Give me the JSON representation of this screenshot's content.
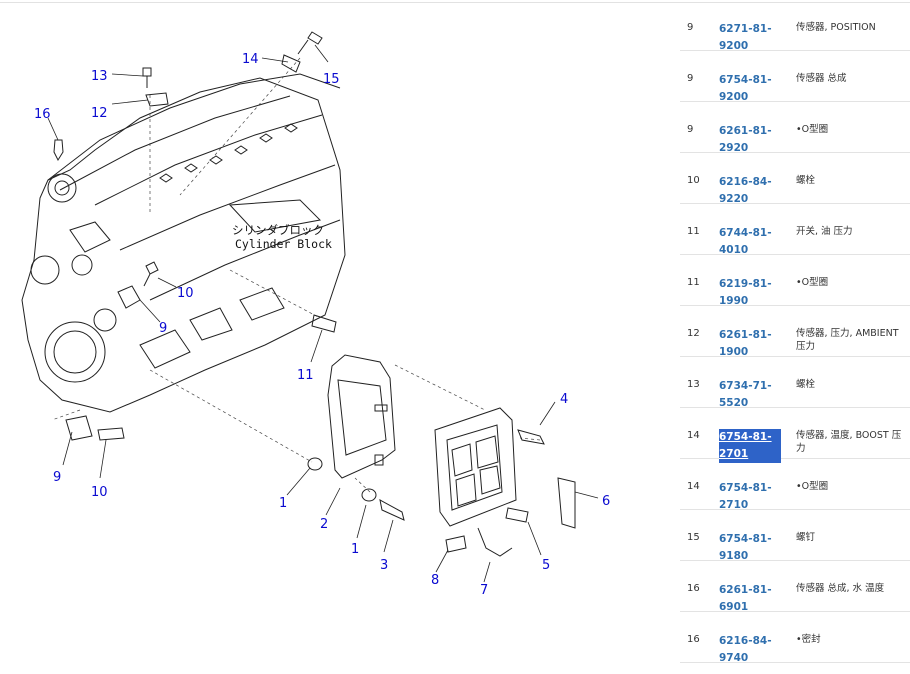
{
  "diagram": {
    "block_label_jp": "シリンダブロック",
    "block_label_en": "Cylinder Block",
    "callouts": [
      {
        "id": "c13",
        "text": "13"
      },
      {
        "id": "c12",
        "text": "12"
      },
      {
        "id": "c16",
        "text": "16"
      },
      {
        "id": "c14",
        "text": "14"
      },
      {
        "id": "c15",
        "text": "15"
      },
      {
        "id": "c10a",
        "text": "10"
      },
      {
        "id": "c9a",
        "text": "9"
      },
      {
        "id": "c11",
        "text": "11"
      },
      {
        "id": "c4",
        "text": "4"
      },
      {
        "id": "c9b",
        "text": "9"
      },
      {
        "id": "c10b",
        "text": "10"
      },
      {
        "id": "c1a",
        "text": "1"
      },
      {
        "id": "c2",
        "text": "2"
      },
      {
        "id": "c1b",
        "text": "1"
      },
      {
        "id": "c3",
        "text": "3"
      },
      {
        "id": "c6",
        "text": "6"
      },
      {
        "id": "c5",
        "text": "5"
      },
      {
        "id": "c8",
        "text": "8"
      },
      {
        "id": "c7",
        "text": "7"
      }
    ]
  },
  "parts_list": [
    {
      "index": "9",
      "part_number": "6271-81-9200",
      "description": "传感器, POSITION",
      "selected": false
    },
    {
      "index": "9",
      "part_number": "6754-81-9200",
      "description": "传感器 总成",
      "selected": false
    },
    {
      "index": "9",
      "part_number": "6261-81-2920",
      "description": "•O型圈",
      "selected": false
    },
    {
      "index": "10",
      "part_number": "6216-84-9220",
      "description": "螺栓",
      "selected": false
    },
    {
      "index": "11",
      "part_number": "6744-81-4010",
      "description": "开关, 油 压力",
      "selected": false
    },
    {
      "index": "11",
      "part_number": "6219-81-1990",
      "description": "•O型圈",
      "selected": false
    },
    {
      "index": "12",
      "part_number": "6261-81-1900",
      "description": "传感器, 压力, AMBIENT 压力",
      "selected": false
    },
    {
      "index": "13",
      "part_number": "6734-71-5520",
      "description": "螺栓",
      "selected": false
    },
    {
      "index": "14",
      "part_number": "6754-81-2701",
      "description": "传感器, 温度, BOOST 压力",
      "selected": true
    },
    {
      "index": "14",
      "part_number": "6754-81-2710",
      "description": "•O型圈",
      "selected": false
    },
    {
      "index": "15",
      "part_number": "6754-81-9180",
      "description": "螺钉",
      "selected": false
    },
    {
      "index": "16",
      "part_number": "6261-81-6901",
      "description": "传感器 总成, 水 温度",
      "selected": false
    },
    {
      "index": "16",
      "part_number": "6216-84-9740",
      "description": "•密封",
      "selected": false
    }
  ]
}
